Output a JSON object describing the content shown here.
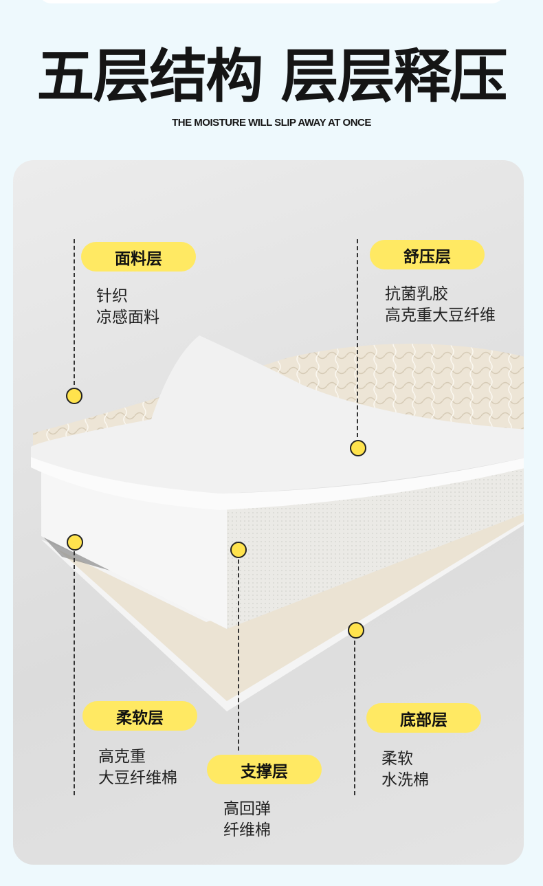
{
  "header": {
    "title": "五层结构 层层释压",
    "subtitle": "THE MOISTURE WILL SLIP AWAY AT ONCE"
  },
  "colors": {
    "background": "#eef9fd",
    "pill": "#ffe963",
    "panel": "#e4e4e4"
  },
  "layers": [
    {
      "name": "面料层",
      "desc": [
        "针织",
        "凉感面料"
      ]
    },
    {
      "name": "舒压层",
      "desc": [
        "抗菌乳胶",
        "高克重大豆纤维"
      ]
    },
    {
      "name": "柔软层",
      "desc": [
        "高克重",
        "大豆纤维棉"
      ]
    },
    {
      "name": "支撑层",
      "desc": [
        "高回弹",
        "纤维棉"
      ]
    },
    {
      "name": "底部层",
      "desc": [
        "柔软",
        "水洗棉"
      ]
    }
  ]
}
